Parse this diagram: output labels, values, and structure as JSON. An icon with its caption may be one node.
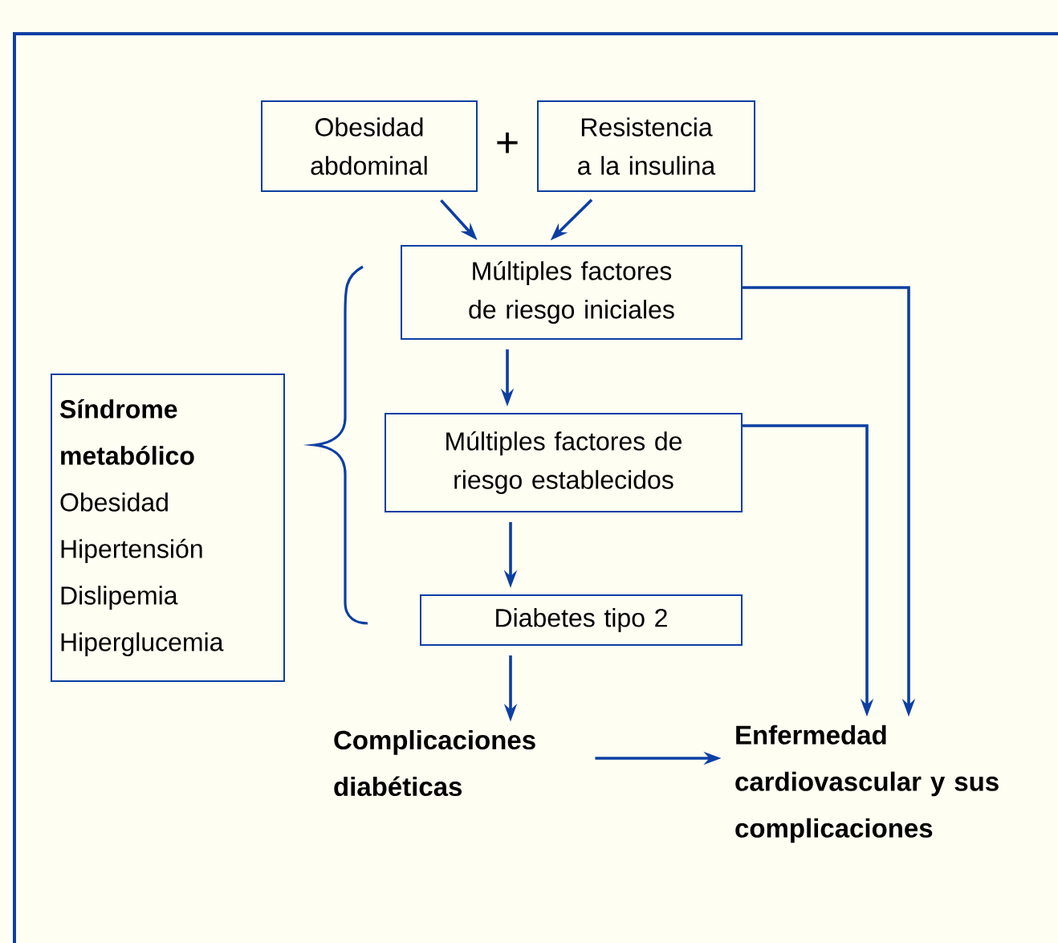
{
  "diagram": {
    "nodes": [
      {
        "text": [
          "Obesidad abdominal"
        ]
      },
      {
        "text": [
          "Resistencia a la insulina"
        ]
      },
      {
        "text": [
          "Múltiples factores de riesgo iniciales"
        ]
      },
      {
        "text": [
          "Múltiples factores de riesgo establecidos"
        ]
      },
      {
        "text": [
          "Diabetes tipo 2"
        ]
      },
      {
        "text": [
          "Complicaciones diabéticas"
        ]
      },
      {
        "text": [
          "Enfermedad cardiovascular y sus complicaciones"
        ]
      },
      {
        "text": [
          "Síndrome metabólico",
          "Obesidad",
          "Hipertensión",
          "Dislipemia",
          "Hiperglucemia"
        ]
      }
    ],
    "edges": [
      {
        "from": 0,
        "to": 2,
        "arrow": "to"
      },
      {
        "from": 1,
        "to": 2,
        "arrow": "to"
      },
      {
        "from": 2,
        "to": 3,
        "arrow": "to"
      },
      {
        "from": 3,
        "to": 4,
        "arrow": "to"
      },
      {
        "from": 4,
        "to": 5,
        "arrow": "to"
      },
      {
        "from": 5,
        "to": 6,
        "arrow": "to"
      },
      {
        "from": 2,
        "to": 6,
        "arrow": "to"
      },
      {
        "from": 3,
        "to": 6,
        "arrow": "to"
      }
    ],
    "labels": [
      "+"
    ]
  }
}
